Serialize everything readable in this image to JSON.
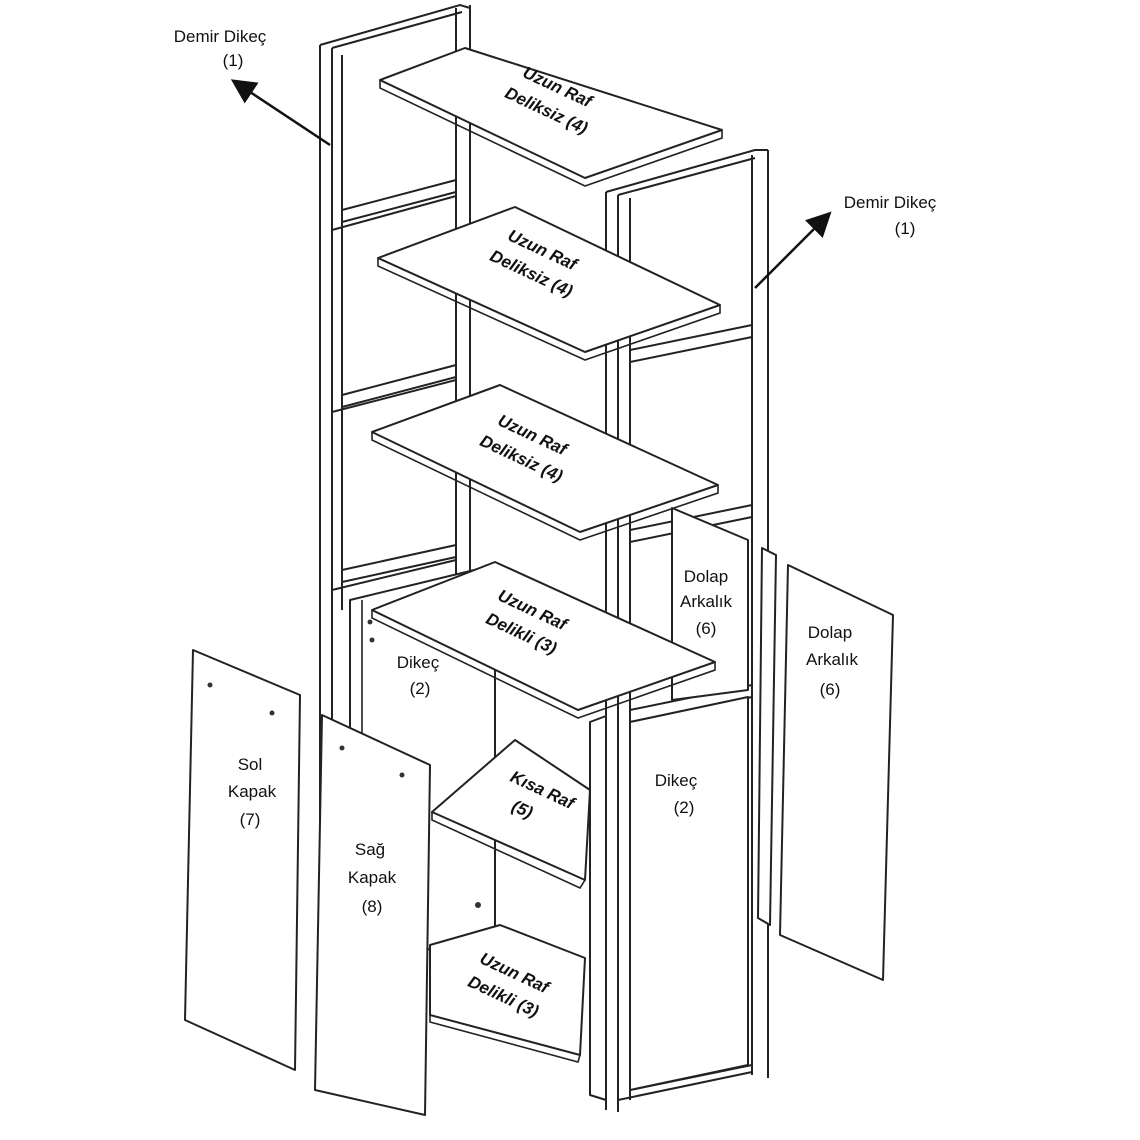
{
  "labels": {
    "iron_post_left": [
      "Demir Dikeç",
      "(1)"
    ],
    "iron_post_right": [
      "Demir Dikeç",
      "(1)"
    ],
    "shelf1": [
      "Uzun Raf",
      "Deliksiz (4)"
    ],
    "shelf2": [
      "Uzun Raf",
      "Deliksiz (4)"
    ],
    "shelf3": [
      "Uzun Raf",
      "Deliksiz (4)"
    ],
    "shelf4": [
      "Uzun Raf",
      "Delikli (3)"
    ],
    "shelf_bottom": [
      "Uzun Raf",
      "Delikli (3)"
    ],
    "short_shelf": [
      "Kısa Raf",
      "(5)"
    ],
    "side_left": [
      "Dikeç",
      "(2)"
    ],
    "side_right": [
      "Dikeç",
      "(2)"
    ],
    "back_mid": [
      "Dolap",
      "Arkalık",
      "(6)"
    ],
    "back_right": [
      "Dolap",
      "Arkalık",
      "(6)"
    ],
    "left_door": [
      "Sol",
      "Kapak",
      "(7)"
    ],
    "right_door": [
      "Sağ",
      "Kapak",
      "(8)"
    ]
  }
}
